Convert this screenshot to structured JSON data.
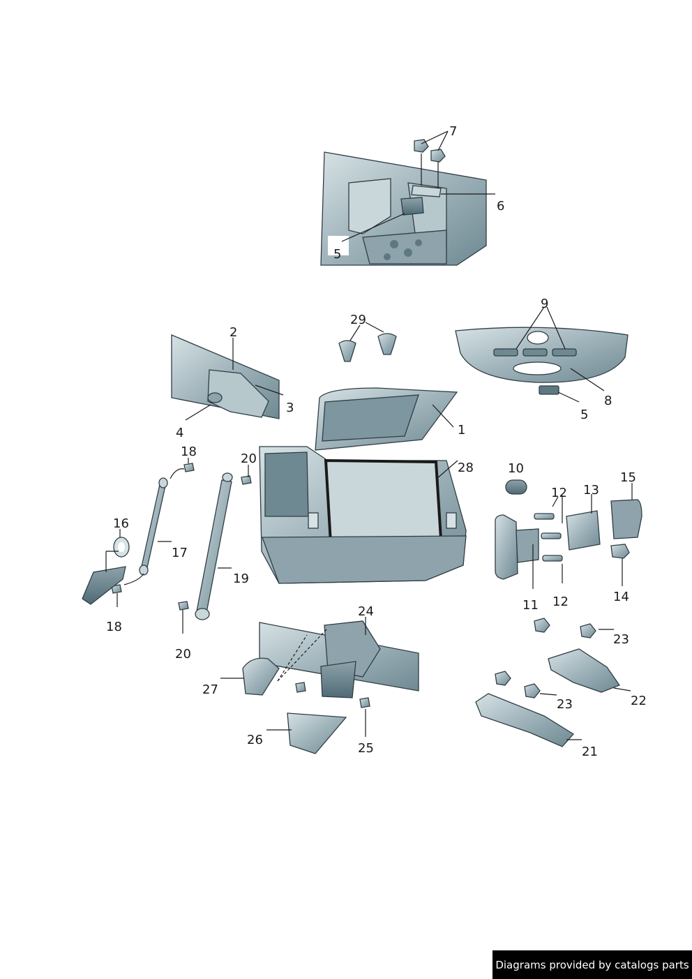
{
  "callouts": {
    "c1": "1",
    "c2": "2",
    "c3": "3",
    "c4": "4",
    "c5a": "5",
    "c5b": "5",
    "c6": "6",
    "c7": "7",
    "c8": "8",
    "c9": "9",
    "c10": "10",
    "c11": "11",
    "c12a": "12",
    "c12b": "12",
    "c13": "13",
    "c14": "14",
    "c15": "15",
    "c16": "16",
    "c17": "17",
    "c18a": "18",
    "c18b": "18",
    "c19": "19",
    "c20a": "20",
    "c20b": "20",
    "c21": "21",
    "c22": "22",
    "c23a": "23",
    "c23b": "23",
    "c24": "24",
    "c25": "25",
    "c26": "26",
    "c27": "27",
    "c28": "28",
    "c29": "29"
  },
  "footer": {
    "text": "Diagrams provided by catalogs parts"
  },
  "colors": {
    "part_fill": "#9fb3ba",
    "part_light": "#c9d7db",
    "part_dark": "#5e7881",
    "outline": "#2f3d44",
    "footer_bg": "#000000"
  }
}
